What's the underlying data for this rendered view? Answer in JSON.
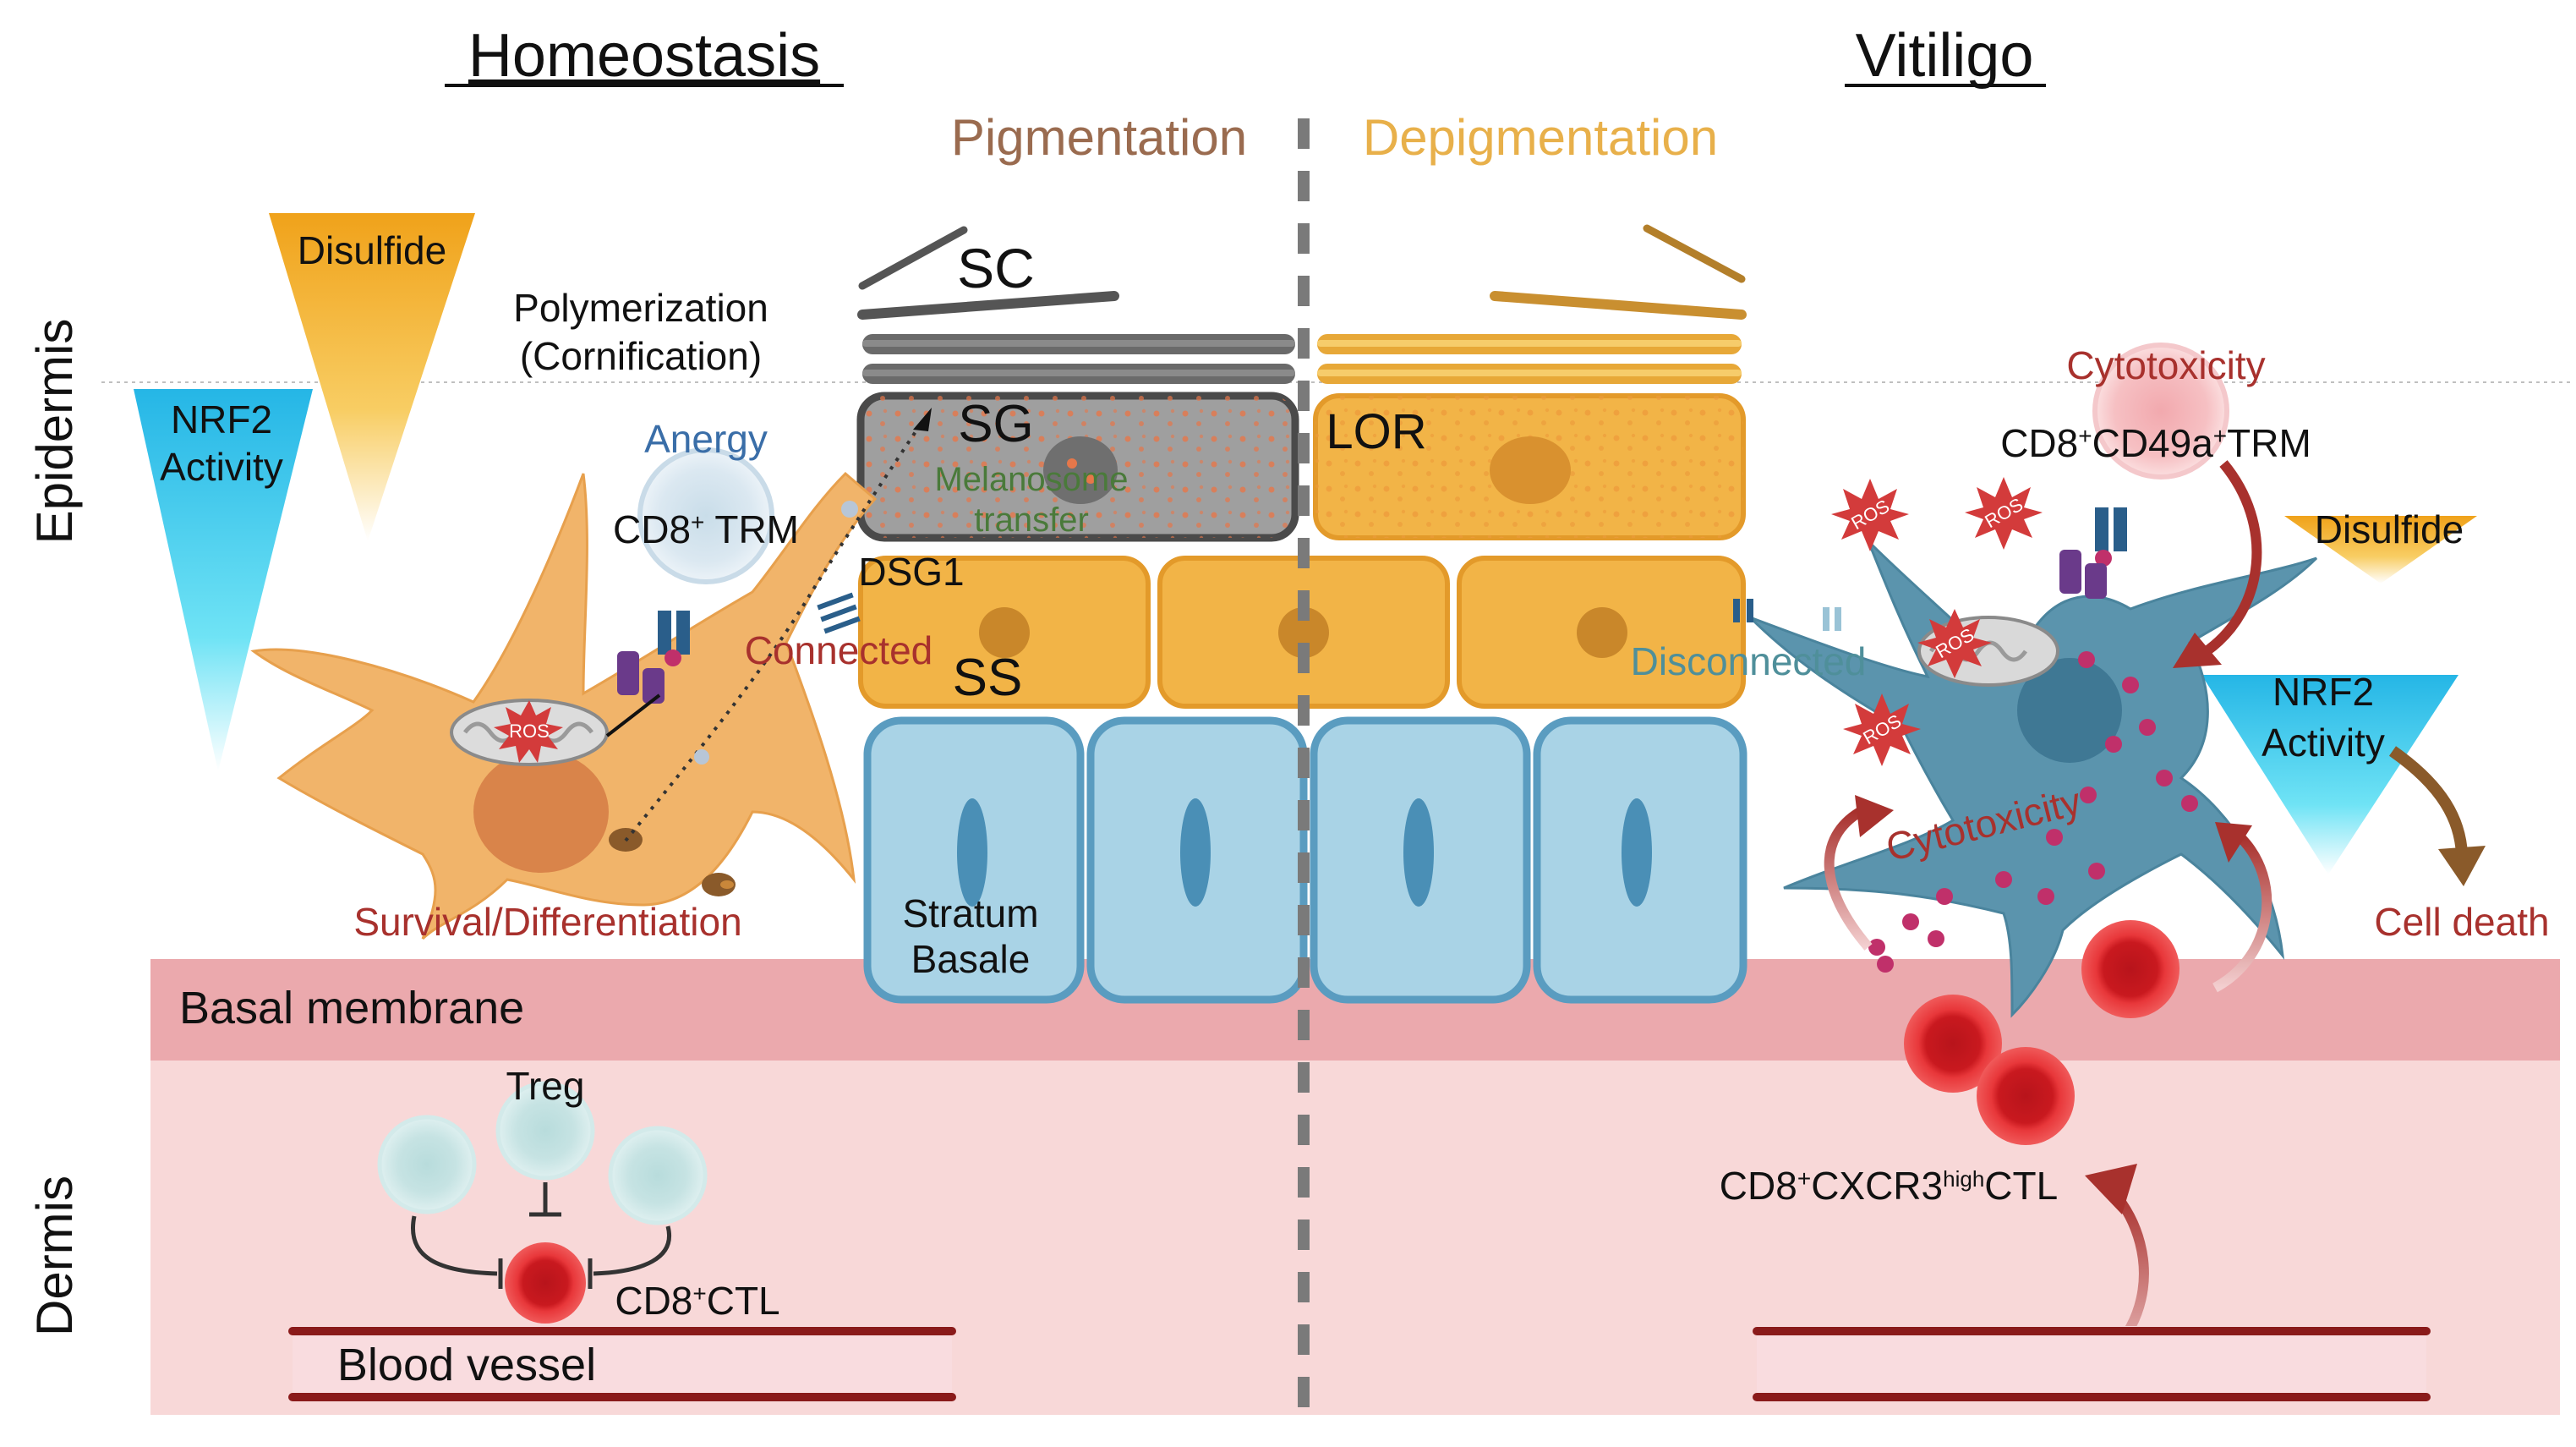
{
  "titles": {
    "left": "Homeostasis",
    "right": "Vitiligo",
    "pigmentation": "Pigmentation",
    "depigmentation": "Depigmentation"
  },
  "regions": {
    "epidermis": "Epidermis",
    "dermis": "Dermis",
    "basal_membrane": "Basal membrane",
    "blood_vessel": "Blood vessel"
  },
  "layers": {
    "sc": "SC",
    "sg": "SG",
    "ss": "SS",
    "lor": "LOR",
    "stratum_basale_line1": "Stratum",
    "stratum_basale_line2": "Basale"
  },
  "left_labels": {
    "disulfide": "Disulfide",
    "nrf2_line1": "NRF2",
    "nrf2_line2": "Activity",
    "polymerization_line1": "Polymerization",
    "polymerization_line2": "(Cornification)",
    "anergy": "Anergy",
    "cd8_trm_base": "CD8",
    "cd8_trm_sup": "+",
    "cd8_trm_rest": " TRM",
    "melanosome_line1": "Melanosome",
    "melanosome_line2": "transfer",
    "dsg1": "DSG1",
    "connected": "Connected",
    "ros": "ROS",
    "survival": "Survival/Differentiation",
    "treg": "Treg",
    "cd8_ctl_base": "CD8",
    "cd8_ctl_sup": "+",
    "cd8_ctl_rest": "CTL"
  },
  "right_labels": {
    "cytotoxicity_top": "Cytotoxicity",
    "cd8_cd49a_a": "CD8",
    "cd8_cd49a_sup1": "+",
    "cd8_cd49a_b": "CD49a",
    "cd8_cd49a_sup2": "+",
    "cd8_cd49a_c": "TRM",
    "disulfide": "Disulfide",
    "disconnected": "Disconnected",
    "nrf2_line1": "NRF2",
    "nrf2_line2": "Activity",
    "cytotoxicity_mid": "Cytotoxicity",
    "cell_death": "Cell death",
    "ros": "ROS",
    "cxcr3_a": "CD8",
    "cxcr3_sup1": "+",
    "cxcr3_b": "CXCR3",
    "cxcr3_sup2": "high",
    "cxcr3_c": "CTL"
  },
  "colors": {
    "pigmentation": "#9a6b4f",
    "depigmentation": "#e8b04a",
    "keratinocyte": "#f2b447",
    "basal_cell": "#a9d3e6",
    "basal_membrane": "#eba9ad",
    "dermis": "#f8d8d8",
    "melanocyte": "#f1b46a",
    "melanocyte_vitiligo": "#5b94ad",
    "ctl_red": "#e2302f",
    "anergy_blue": "#3a6ea8",
    "cytotox_red": "#a8312d",
    "disconnected_teal": "#4f8f9a",
    "melanosome_green": "#4a7a3a"
  }
}
